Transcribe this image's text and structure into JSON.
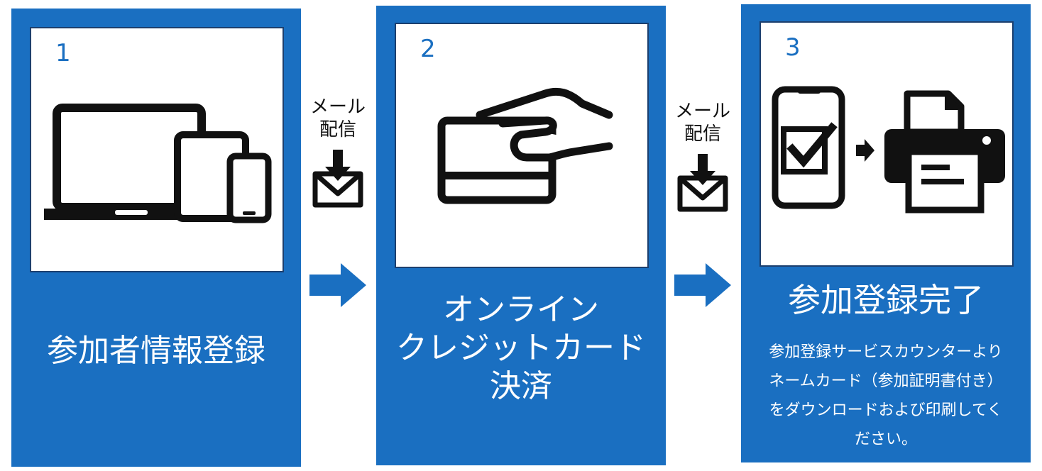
{
  "colors": {
    "panel_blue": "#1a6fc1",
    "icon_box_border": "#1c3f6e",
    "icon_fill": "#111111",
    "text_white": "#ffffff"
  },
  "steps": [
    {
      "number": "1",
      "title": "参加者情報登録",
      "icon": "devices-icon"
    },
    {
      "number": "2",
      "title_lines": [
        "オンライン",
        "クレジットカード",
        "決済"
      ],
      "icon": "credit-card-hand-icon"
    },
    {
      "number": "3",
      "title": "参加登録完了",
      "description_lines": [
        "参加登録サービスカウンターより",
        "ネームカード（参加証明書付き）",
        "をダウンロードおよび印刷してく",
        "ださい。"
      ],
      "icon": "phone-check-to-printer-icon"
    }
  ],
  "connectors": [
    {
      "label_lines": [
        "メール",
        "配信"
      ],
      "icon": "mail-download-icon",
      "arrow": "arrow-right-icon"
    },
    {
      "label_lines": [
        "メール",
        "配信"
      ],
      "icon": "mail-download-icon",
      "arrow": "arrow-right-icon"
    }
  ]
}
